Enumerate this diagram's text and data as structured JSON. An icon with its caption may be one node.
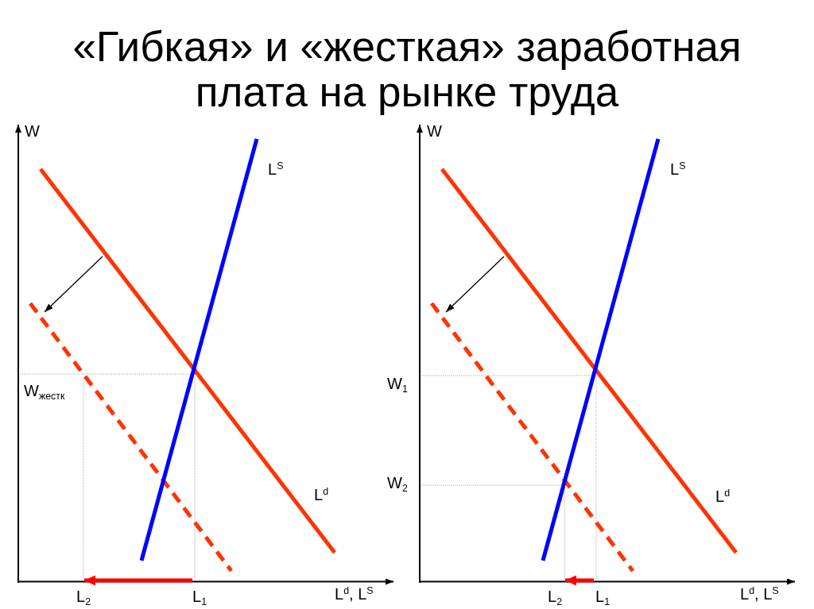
{
  "diagram": {
    "title": "«Гибкая» и «жесткая» заработная плата на рынке труда",
    "labels": [
      "W",
      "L$^{S}$",
      "W$_{жестк}$",
      "L$^{d}$",
      "L$_{2}$",
      "L$_{1}$",
      "L$^{d}$, L$^{S}$",
      "W",
      "L$^{S}$",
      "W$_{1}$",
      "W$_{2}$",
      "L$^{d}$",
      "L$_{2}$",
      "L$_{1}$",
      "L$^{d}$, L$^{S}$"
    ]
  }
}
